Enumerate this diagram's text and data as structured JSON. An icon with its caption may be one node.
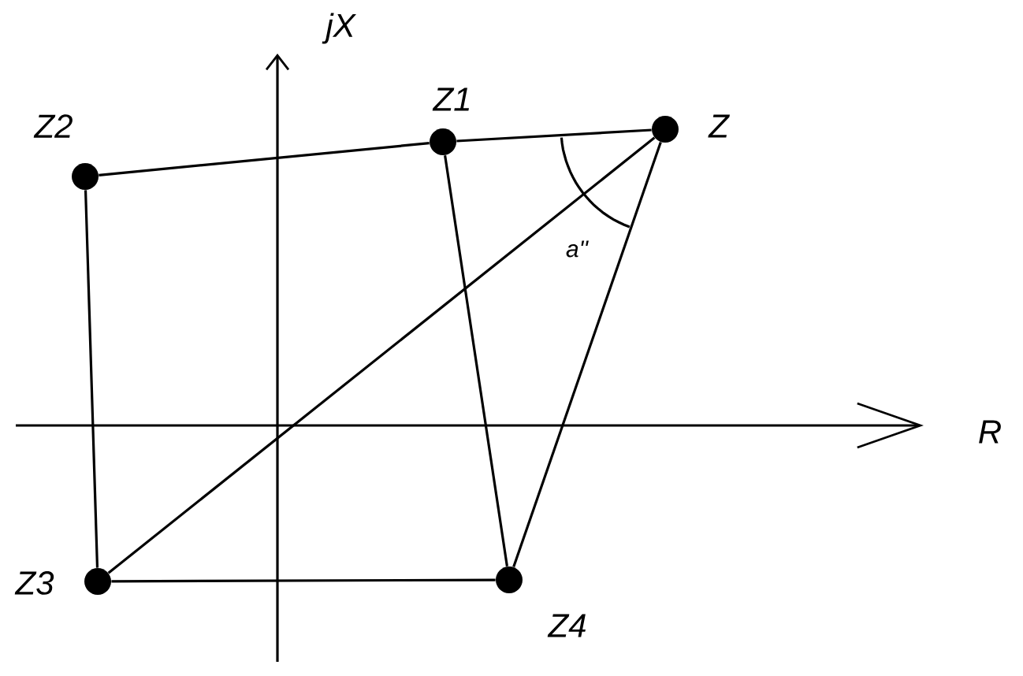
{
  "diagram": {
    "nodes": [
      {
        "text": [],
        "shape": "circle",
        "beside": [
          "Z2"
        ]
      },
      {
        "text": [],
        "shape": "circle",
        "beside": [
          "Z1"
        ]
      },
      {
        "text": [],
        "shape": "circle",
        "beside": [
          "Z"
        ]
      },
      {
        "text": [],
        "shape": "circle",
        "beside": [
          "Z3"
        ]
      },
      {
        "text": [],
        "shape": "circle",
        "beside": [
          "Z4"
        ]
      }
    ],
    "edges": [
      {
        "from": 0,
        "to": 1,
        "arrow": "none"
      },
      {
        "from": 1,
        "to": 2,
        "arrow": "none"
      },
      {
        "from": 0,
        "to": 3,
        "arrow": "none"
      },
      {
        "from": 3,
        "to": 4,
        "arrow": "none"
      },
      {
        "from": 3,
        "to": 2,
        "arrow": "none"
      },
      {
        "from": 1,
        "to": 4,
        "arrow": "none"
      },
      {
        "from": 4,
        "to": 2,
        "arrow": "none"
      }
    ],
    "labels": [
      "jX",
      "R",
      "a''"
    ]
  }
}
